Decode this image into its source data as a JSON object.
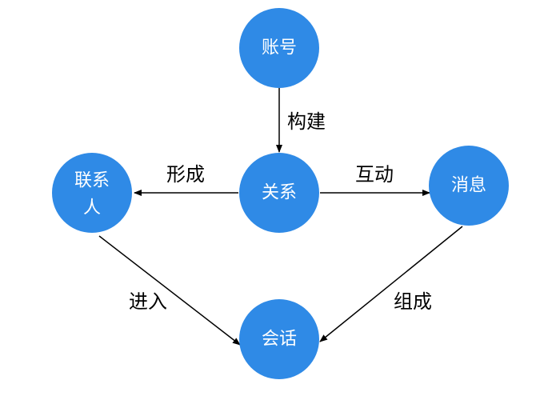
{
  "nodes": {
    "account": {
      "label": "账号"
    },
    "contact": {
      "label_line1": "联系",
      "label_line2": "人"
    },
    "relation": {
      "label": "关系"
    },
    "message": {
      "label": "消息"
    },
    "session": {
      "label": "会话"
    }
  },
  "edges": {
    "account_relation": {
      "label": "构建"
    },
    "relation_contact": {
      "label": "形成"
    },
    "relation_message": {
      "label": "互动"
    },
    "contact_session": {
      "label": "进入"
    },
    "message_session": {
      "label": "组成"
    }
  },
  "colors": {
    "node_fill": "#2f8ae6",
    "node_text": "#ffffff",
    "edge": "#000000"
  }
}
